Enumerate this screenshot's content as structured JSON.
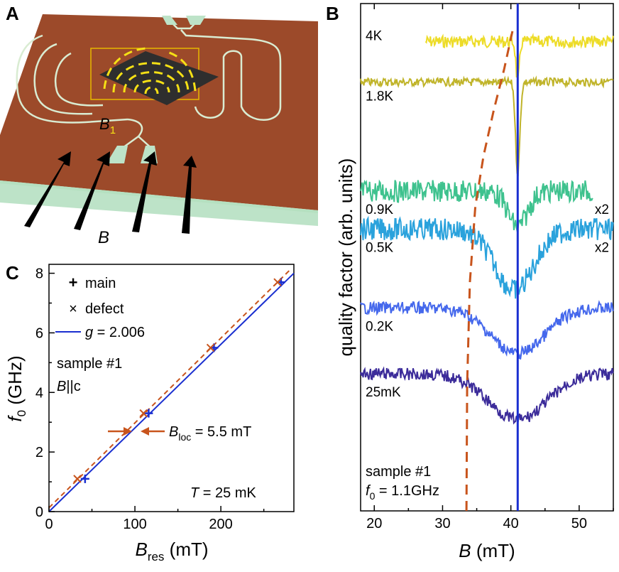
{
  "panels": {
    "a": "A",
    "b": "B",
    "c": "C"
  },
  "panel_a": {
    "field_label": "B",
    "b1_label": "B",
    "b1_sub": "1",
    "colors": {
      "chip": "#9c4a2a",
      "chip_side": "#8a3f22",
      "substrate": "#bde3c8",
      "line": "#d9ecd2",
      "sample": "#2e2e2e",
      "field_lines": "#f5e015",
      "arrows": "#000000"
    }
  },
  "chart_data": [
    {
      "type": "line",
      "panel": "B",
      "xlabel": "B (mT)",
      "xlabel_main": "B",
      "xlabel_unit": " (mT)",
      "ylabel": "quality factor (arb. units)",
      "xlim": [
        18,
        55
      ],
      "xticks": [
        20,
        30,
        40,
        50
      ],
      "vertical_line": {
        "x": 41,
        "color": "#1a2fd0"
      },
      "defect_dashed": {
        "color": "#c8541c",
        "points": [
          [
            33.5,
            0.0
          ],
          [
            33.6,
            0.25
          ],
          [
            34.0,
            0.45
          ],
          [
            34.8,
            0.6
          ],
          [
            36.0,
            0.7
          ],
          [
            37.5,
            0.79
          ],
          [
            39.0,
            0.87
          ],
          [
            40.3,
            0.95
          ]
        ]
      },
      "series": [
        {
          "name": "4K",
          "color": "#eddc28",
          "scale_label": "",
          "x_start": 27.5,
          "x_end": 55,
          "baseline": 0.075,
          "dip_center": 41,
          "dip_depth": 0.08,
          "dip_width": 0.35,
          "noise": 0.012
        },
        {
          "name": "1.8K",
          "color": "#c0b42a",
          "scale_label": "",
          "x_start": 18,
          "x_end": 55,
          "baseline": 0.155,
          "dip_center": 41,
          "dip_depth": 0.18,
          "dip_width": 0.45,
          "noise": 0.008
        },
        {
          "name": "0.9K",
          "color": "#3ec28e",
          "scale_label": "x2",
          "x_start": 18,
          "x_end": 52,
          "baseline": 0.37,
          "dip_center": 41,
          "dip_depth": 0.07,
          "dip_width": 2.0,
          "noise": 0.022
        },
        {
          "name": "0.5K",
          "color": "#2aa2dc",
          "scale_label": "x2",
          "x_start": 18,
          "x_end": 55,
          "baseline": 0.445,
          "dip_center": 40.5,
          "dip_depth": 0.12,
          "dip_width": 4.0,
          "noise": 0.022
        },
        {
          "name": "0.2K",
          "color": "#4568ec",
          "scale_label": "",
          "x_start": 18,
          "x_end": 55,
          "baseline": 0.6,
          "dip_center": 41,
          "dip_depth": 0.09,
          "dip_width": 5.5,
          "noise": 0.012
        },
        {
          "name": "25mK",
          "color": "#3c2c9a",
          "scale_label": "",
          "x_start": 18,
          "x_end": 55,
          "baseline": 0.73,
          "dip_center": 41,
          "dip_depth": 0.09,
          "dip_width": 6.0,
          "noise": 0.012
        }
      ],
      "annotation_line1": "sample #1",
      "annotation_f0": "f",
      "annotation_f0_sub": "0",
      "annotation_f0_value": " = 1.1GHz"
    },
    {
      "type": "scatter",
      "panel": "C",
      "xlabel_main": "B",
      "xlabel_sub": "res",
      "xlabel_unit": " (mT)",
      "ylabel_main": "f",
      "ylabel_sub": "0",
      "ylabel_unit": " (GHz)",
      "xlim": [
        0,
        285
      ],
      "ylim": [
        0,
        8.3
      ],
      "xticks": [
        0,
        100,
        200
      ],
      "yticks": [
        0,
        2,
        4,
        6,
        8
      ],
      "series": [
        {
          "name": "main",
          "marker": "+",
          "color": "#1a2fd0",
          "points": [
            [
              42,
              1.1
            ],
            [
              116,
              3.3
            ],
            [
              192,
              5.5
            ],
            [
              270,
              7.7
            ]
          ]
        },
        {
          "name": "defect",
          "marker": "x",
          "color": "#c8541c",
          "points": [
            [
              33,
              1.1
            ],
            [
              110,
              3.3
            ],
            [
              188,
              5.5
            ],
            [
              266,
              7.7
            ]
          ]
        }
      ],
      "fit_line": {
        "label_main": "g",
        "label_value": " = 2.006",
        "color": "#1a2fd0",
        "x0": 0,
        "y0": 0,
        "x1": 285,
        "y1": 8.0
      },
      "defect_fit_line": {
        "color": "#c8541c",
        "x0": 0,
        "y0": 0.13,
        "x1": 280,
        "y1": 8.1
      },
      "text_sample": "sample #1",
      "text_orient": "B||c",
      "text_orient_main": "B",
      "text_orient_rest": "||c",
      "text_bloc_main": "B",
      "text_bloc_sub": "loc",
      "text_bloc_value": " = 5.5 mT",
      "text_temp_main": "T",
      "text_temp_value": " = 25 mK",
      "arrow_color": "#c8541c"
    }
  ]
}
